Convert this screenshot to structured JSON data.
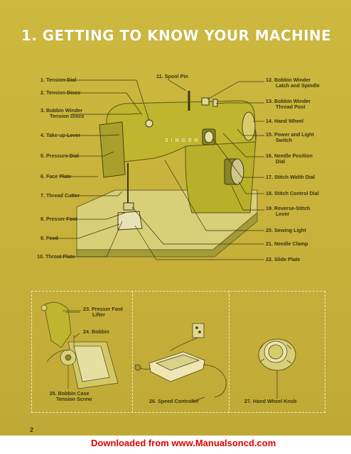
{
  "title": "1. GETTING TO KNOW YOUR MACHINE",
  "brand_on_machine": "SINGER",
  "labels_left": [
    {
      "num": "1.",
      "text": "Tension Dial"
    },
    {
      "num": "2.",
      "text": "Tension Discs"
    },
    {
      "num": "3.",
      "text": "Bobbin Winder",
      "sub": "Tension Discs"
    },
    {
      "num": "4.",
      "text": "Take-up Lever"
    },
    {
      "num": "5.",
      "text": "Pressure Dial"
    },
    {
      "num": "6.",
      "text": "Face Plate"
    },
    {
      "num": "7.",
      "text": "Thread Cutter"
    },
    {
      "num": "8.",
      "text": "Presser Foot"
    },
    {
      "num": "9.",
      "text": "Feed"
    },
    {
      "num": "10.",
      "text": "Throat Plate"
    }
  ],
  "label_top": {
    "num": "11.",
    "text": "Spool Pin"
  },
  "labels_right": [
    {
      "num": "12.",
      "text": "Bobbin Winder",
      "sub": "Latch and Spindle"
    },
    {
      "num": "13.",
      "text": "Bobbin Winder",
      "sub": "Thread Post"
    },
    {
      "num": "14.",
      "text": "Hand Wheel"
    },
    {
      "num": "15.",
      "text": "Power and Light",
      "sub": "Switch"
    },
    {
      "num": "16.",
      "text": "Needle Position",
      "sub": "Dial"
    },
    {
      "num": "17.",
      "text": "Stitch Width Dial"
    },
    {
      "num": "18.",
      "text": "Stitch Control Dial"
    },
    {
      "num": "19.",
      "text": "Reverse-Stitch",
      "sub": "Lever"
    },
    {
      "num": "20.",
      "text": "Sewing Light"
    },
    {
      "num": "21.",
      "text": "Needle Clamp"
    },
    {
      "num": "22.",
      "text": "Slide Plate"
    }
  ],
  "inset_labels": [
    {
      "num": "23.",
      "text": "Presser Foot",
      "sub": "Lifter"
    },
    {
      "num": "24.",
      "text": "Bobbin"
    },
    {
      "num": "25.",
      "text": "Bobbin Case",
      "sub": "Tension Screw"
    },
    {
      "num": "26.",
      "text": "Speed Controller"
    },
    {
      "num": "27.",
      "text": "Hand Wheel Knob"
    }
  ],
  "page_number": "2",
  "footer": "Downloaded from www.Manualsoncd.com",
  "colors": {
    "background": "#c8b33c",
    "machine_body": "#b8b02a",
    "bed_plate": "#d8cf78",
    "leader_line": "#3a3510",
    "title": "#ffffff",
    "footer_text": "#e00000"
  }
}
